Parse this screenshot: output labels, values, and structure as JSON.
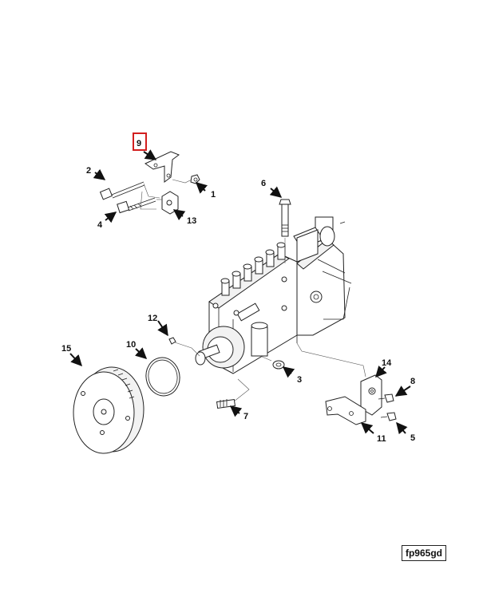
{
  "figure": {
    "callouts": {
      "c1": "1",
      "c2": "2",
      "c3": "3",
      "c4": "4",
      "c5": "5",
      "c6": "6",
      "c7": "7",
      "c8": "8",
      "c9": "9",
      "c10": "10",
      "c11": "11",
      "c12": "12",
      "c13": "13",
      "c14": "14",
      "c15": "15"
    },
    "highlighted_callout": "9",
    "highlight_color": "#d21f1f",
    "figure_code": "fp965gd"
  }
}
